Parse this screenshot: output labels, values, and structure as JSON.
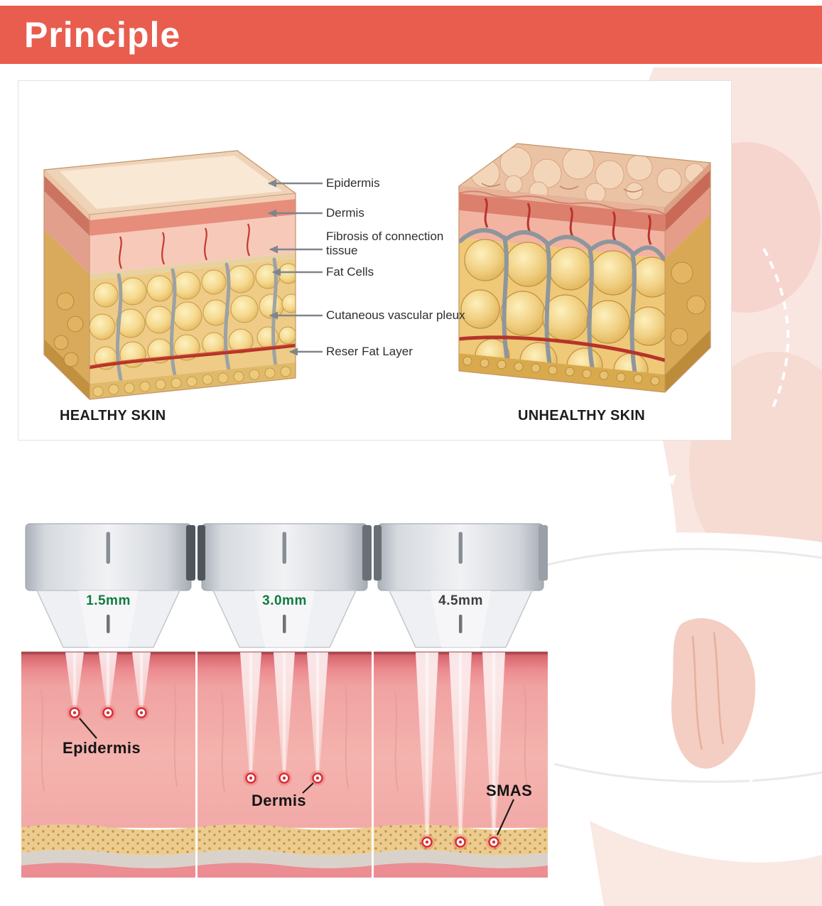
{
  "header": {
    "title": "Principle"
  },
  "skin_comparison": {
    "annotations": [
      "Epidermis",
      "Dermis",
      "Fibrosis of connection tissue",
      "Fat Cells",
      "Cutaneous vascular pleux",
      "Reser Fat Layer"
    ],
    "healthy_caption": "HEALTHY SKIN",
    "unhealthy_caption": "UNHEALTHY SKIN"
  },
  "depth_panels": [
    {
      "depth": "1.5mm",
      "tissue": "Epidermis"
    },
    {
      "depth": "3.0mm",
      "tissue": "Dermis"
    },
    {
      "depth": "4.5mm",
      "tissue": "SMAS"
    }
  ],
  "colors": {
    "banner": "#e95d4f",
    "depth_green": "#0e7c3e",
    "depth_dark": "#3b3e42",
    "focal_dot": "#d63038"
  }
}
